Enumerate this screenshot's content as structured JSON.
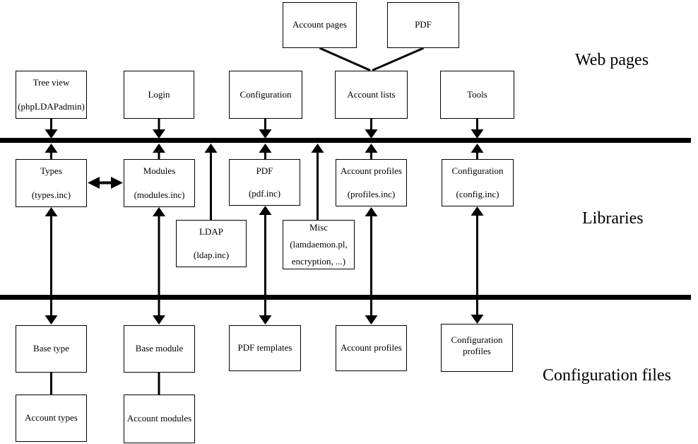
{
  "title": "LAM architecture diagram",
  "colors": {
    "line": "#000000",
    "background": "#ffffff"
  },
  "section_labels": {
    "web_pages": "Web pages",
    "libraries": "Libraries",
    "configuration_files": "Configuration files"
  },
  "boxes": {
    "account_pages": {
      "lines": [
        "Account pages"
      ]
    },
    "pdf_page": {
      "lines": [
        "PDF"
      ]
    },
    "tree_view": {
      "lines": [
        "Tree view",
        "(phpLDAPadmin)"
      ]
    },
    "login": {
      "lines": [
        "Login"
      ]
    },
    "configuration_page": {
      "lines": [
        "Configuration"
      ]
    },
    "account_lists": {
      "lines": [
        "Account lists"
      ]
    },
    "tools": {
      "lines": [
        "Tools"
      ]
    },
    "types": {
      "lines": [
        "Types",
        "(types.inc)"
      ]
    },
    "modules": {
      "lines": [
        "Modules",
        "(modules.inc)"
      ]
    },
    "pdf_lib": {
      "lines": [
        "PDF",
        "(pdf.inc)"
      ]
    },
    "account_profiles_lib": {
      "lines": [
        "Account profiles",
        "(profiles.inc)"
      ]
    },
    "configuration_lib": {
      "lines": [
        "Configuration",
        "(config.inc)"
      ]
    },
    "ldap": {
      "lines": [
        "LDAP",
        "(ldap.inc)"
      ]
    },
    "misc": {
      "lines": [
        "Misc",
        "(lamdaemon.pl,",
        "encryption, ...)"
      ]
    },
    "base_type": {
      "lines": [
        "Base type"
      ]
    },
    "base_module": {
      "lines": [
        "Base module"
      ]
    },
    "pdf_templates": {
      "lines": [
        "PDF templates"
      ]
    },
    "account_profiles_file": {
      "lines": [
        "Account profiles"
      ]
    },
    "configuration_profiles": {
      "lines": [
        "Configuration",
        "profiles"
      ]
    },
    "account_types": {
      "lines": [
        "Account types"
      ]
    },
    "account_modules": {
      "lines": [
        "Account modules"
      ]
    }
  }
}
